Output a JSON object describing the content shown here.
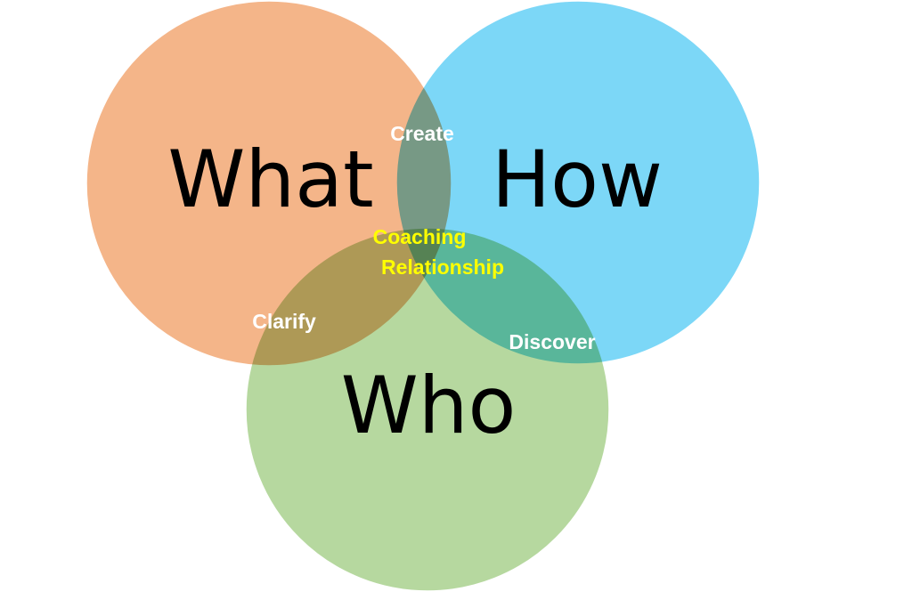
{
  "circles": {
    "what": {
      "label": "What",
      "color": "#f4b183"
    },
    "how": {
      "label": "How",
      "color": "#5bcdf5"
    },
    "who": {
      "label": "Who",
      "color": "#a9d18e"
    }
  },
  "overlaps": {
    "what_how": "Create",
    "what_who": "Clarify",
    "how_who": "Discover",
    "center": [
      "Coaching",
      "Relationship"
    ]
  },
  "colors": {
    "overlap_label": "#ffffff",
    "center_label": "#ffff00",
    "outline": "#ffffff"
  }
}
